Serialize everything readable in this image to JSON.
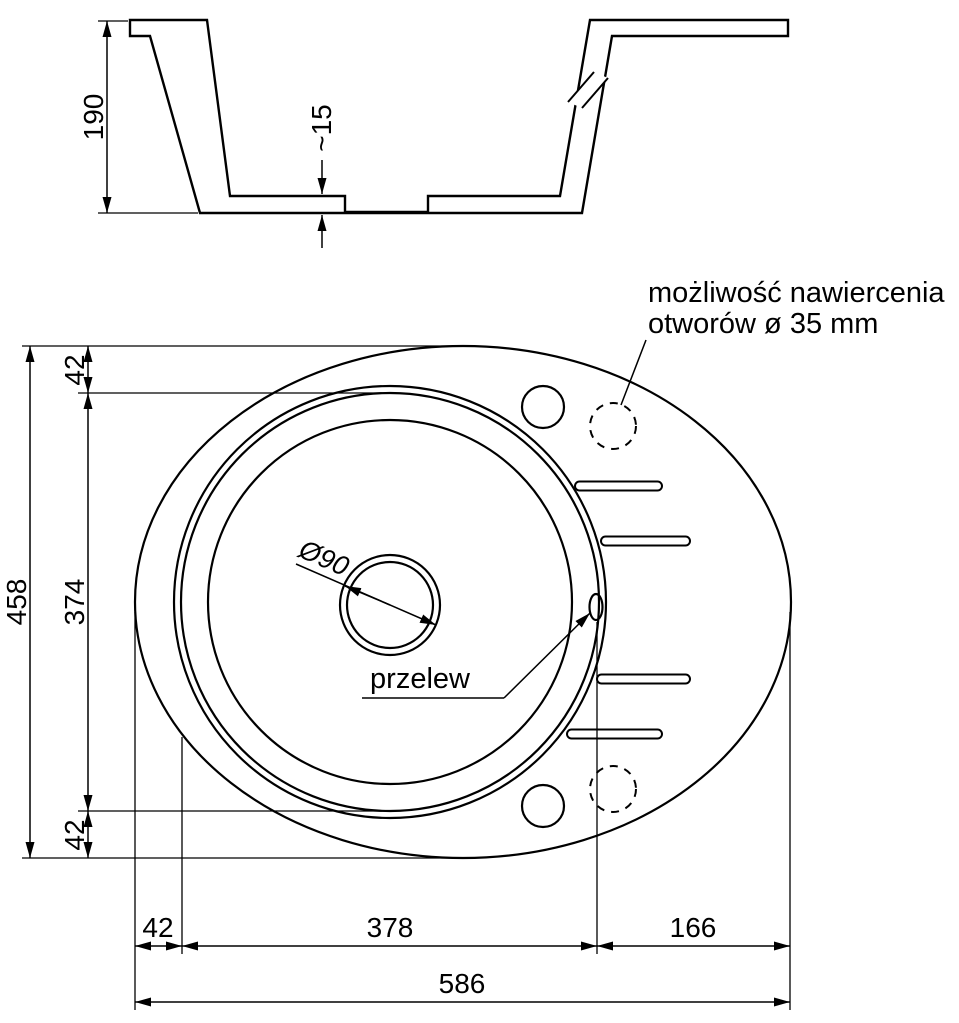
{
  "colors": {
    "line": "#000000",
    "background": "#ffffff"
  },
  "section_view": {
    "height_dim": "190",
    "recess_dim": "~15"
  },
  "top_view": {
    "annotation": {
      "line1": "możliwość nawiercenia",
      "line2": "otworów ø 35 mm"
    },
    "drain_label": "Ø90",
    "overflow_label": "przelew",
    "dims": {
      "total_height": "458",
      "top_offset": "42",
      "bowl_diameter_v": "374",
      "bottom_offset": "42",
      "left_offset": "42",
      "bowl_width": "378",
      "right_offset": "166",
      "total_width": "586"
    }
  }
}
